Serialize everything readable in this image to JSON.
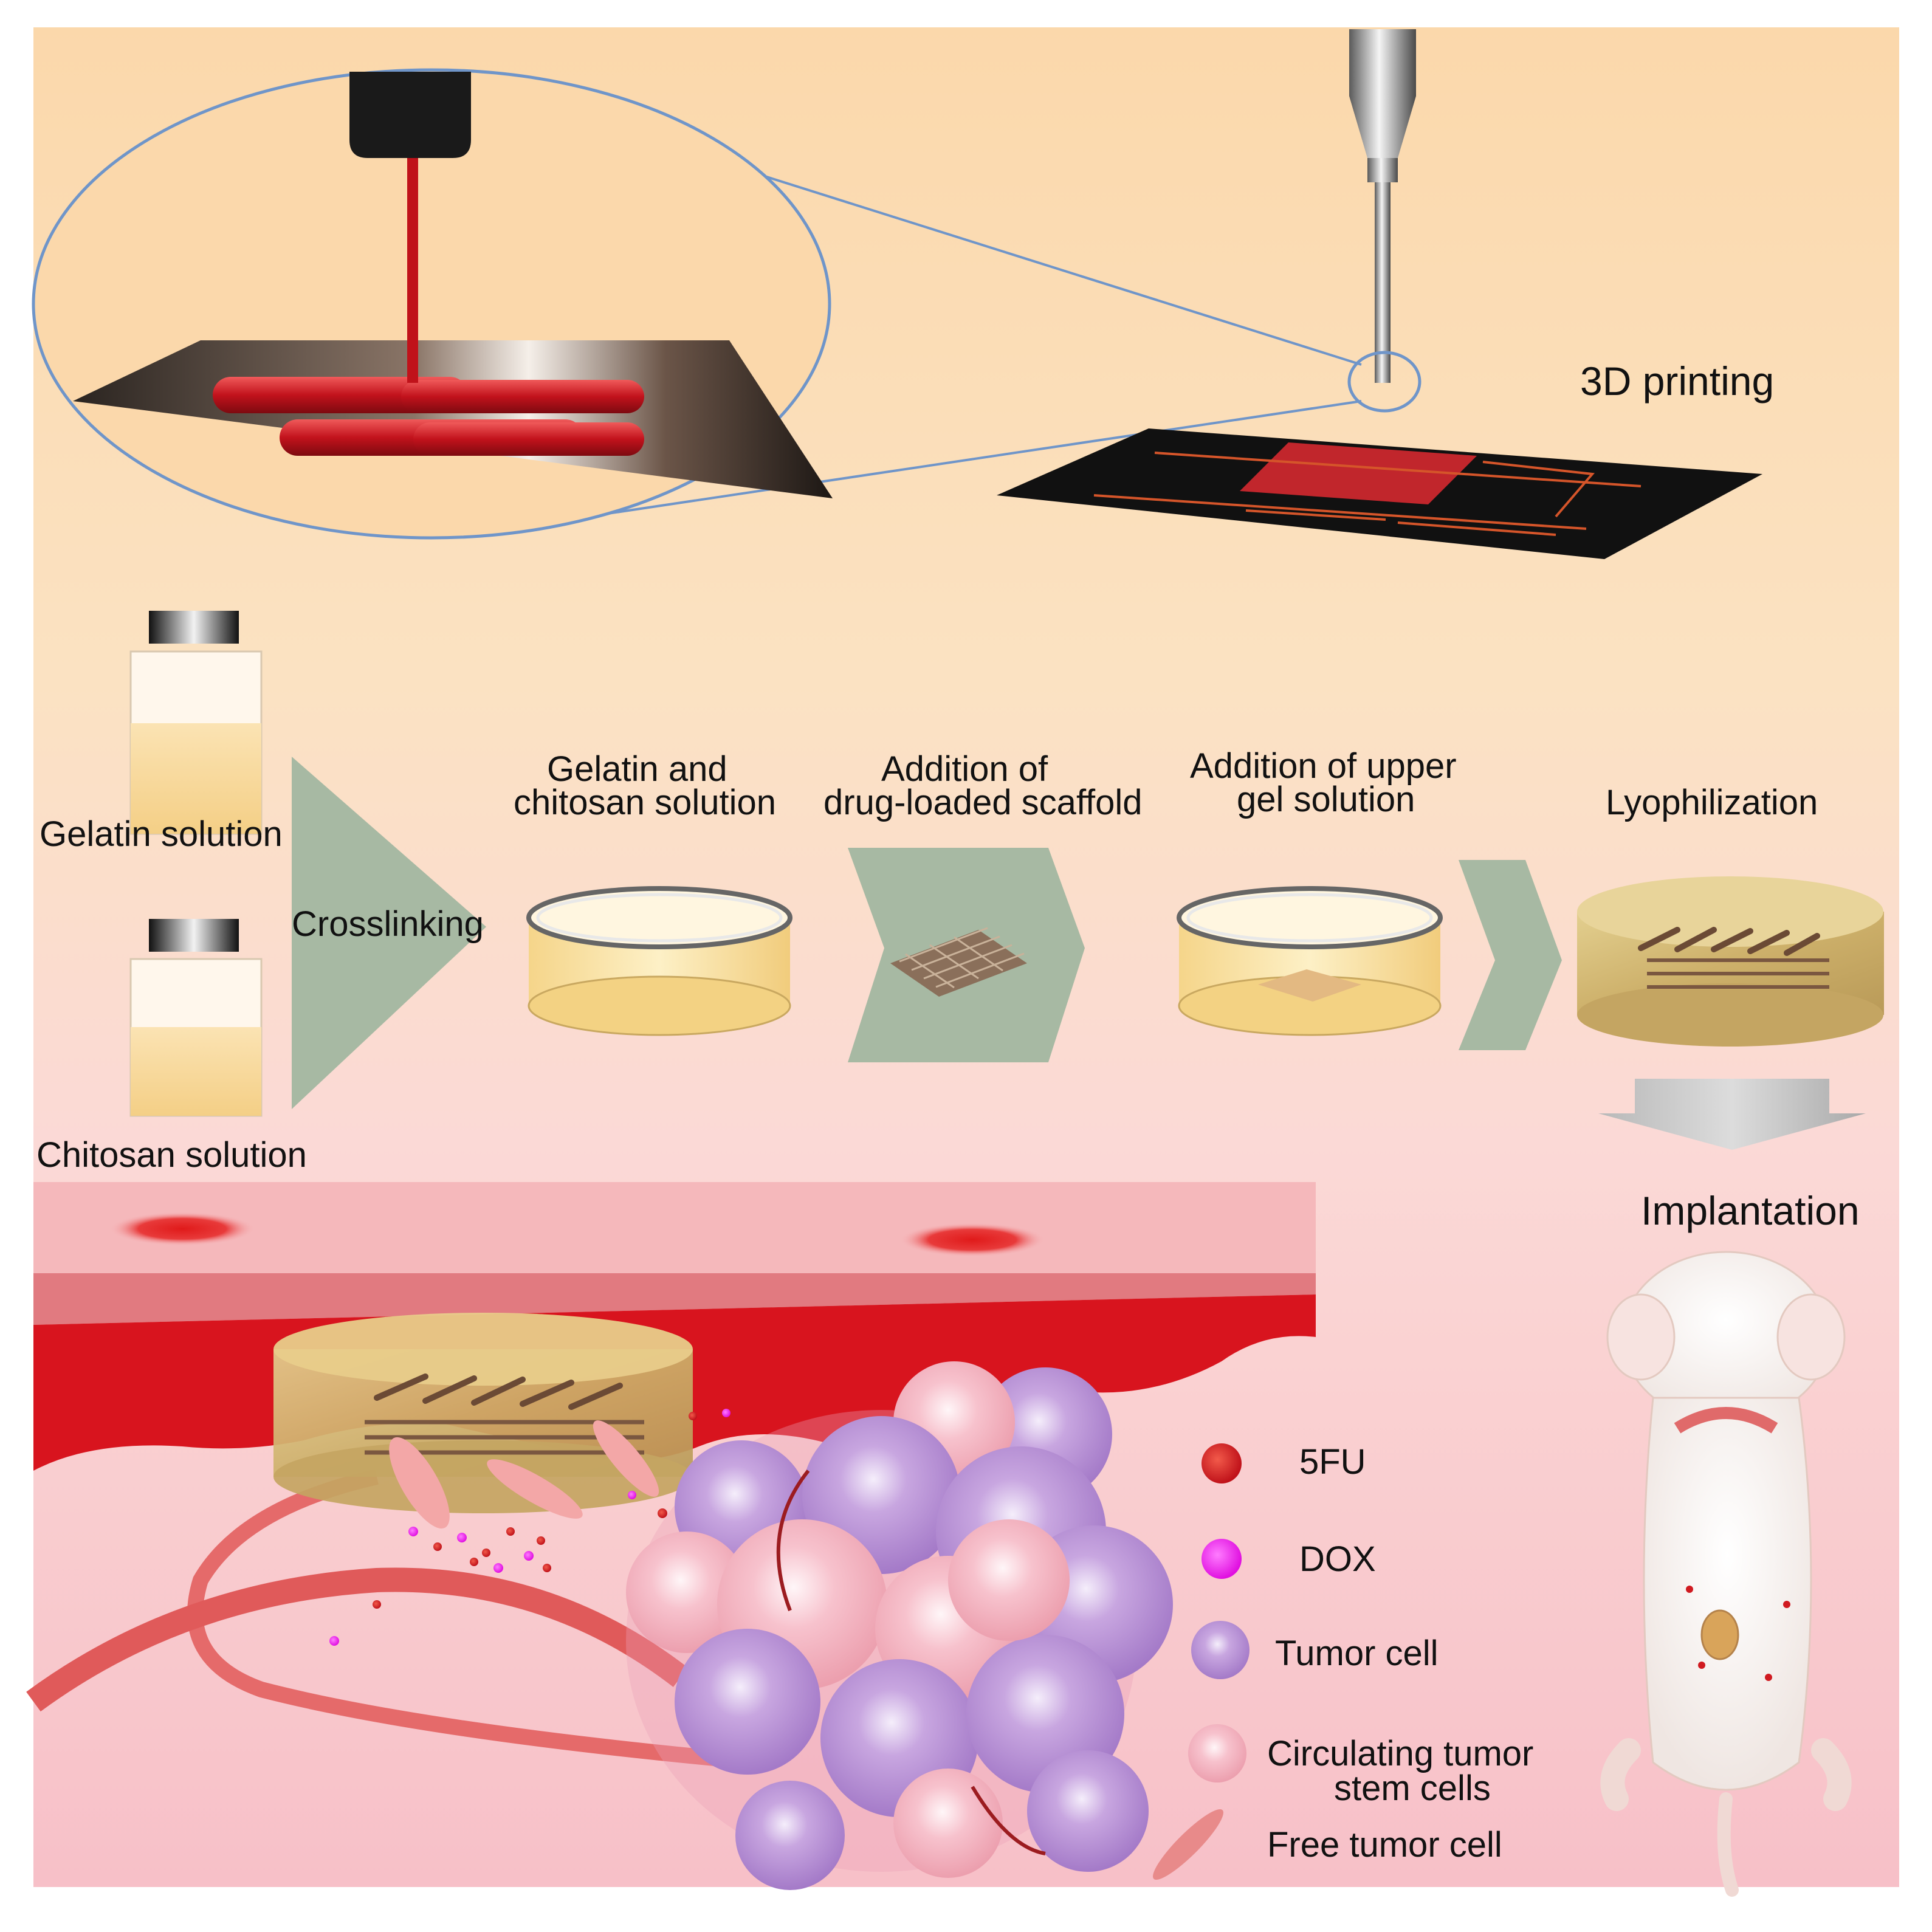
{
  "printing": {
    "label": "3D printing"
  },
  "inputs": {
    "gelatin": "Gelatin solution",
    "chitosan": "Chitosan solution",
    "crosslinking": "Crosslinking"
  },
  "steps": {
    "mix_line1": "Gelatin and",
    "mix_line2": "chitosan solution",
    "scaffold_line1": "Addition of",
    "scaffold_line2": "drug-loaded scaffold",
    "upper_line1": "Addition of upper",
    "upper_line2": "gel solution",
    "lyophilization": "Lyophilization",
    "implantation": "Implantation"
  },
  "legend": {
    "items": [
      {
        "label": "5FU",
        "color": "#d5161e"
      },
      {
        "label": "DOX",
        "color": "#ee10ee"
      },
      {
        "label": "Tumor cell",
        "color": "#b48ad4"
      },
      {
        "label": "Circulating tumor",
        "label2": "stem cells",
        "color": "#f5b5c2"
      },
      {
        "label": "Free tumor cell",
        "color": "#e88a8a"
      }
    ]
  },
  "colors": {
    "background_top": "#fbd9ac",
    "background_bottom": "#f8c3cb",
    "arrow_fill": "#a7b9a3",
    "ink": "#d01a20"
  }
}
